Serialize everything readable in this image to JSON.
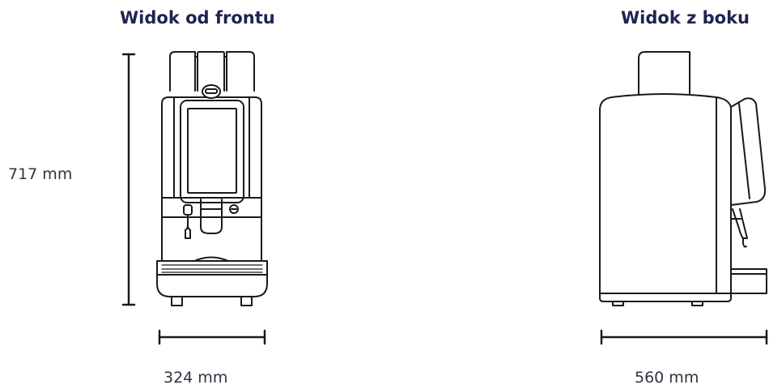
{
  "labels": {
    "front_title": "Widok od frontu",
    "side_title": "Widok z boku",
    "height": "717 mm",
    "width": "324 mm",
    "depth": "560 mm"
  },
  "colors": {
    "title": "#1f2350",
    "line": "#1a1a1a",
    "dimension_text": "#333340"
  },
  "icons": {
    "front_view": "coffee-machine-front-drawing",
    "side_view": "coffee-machine-side-drawing"
  }
}
